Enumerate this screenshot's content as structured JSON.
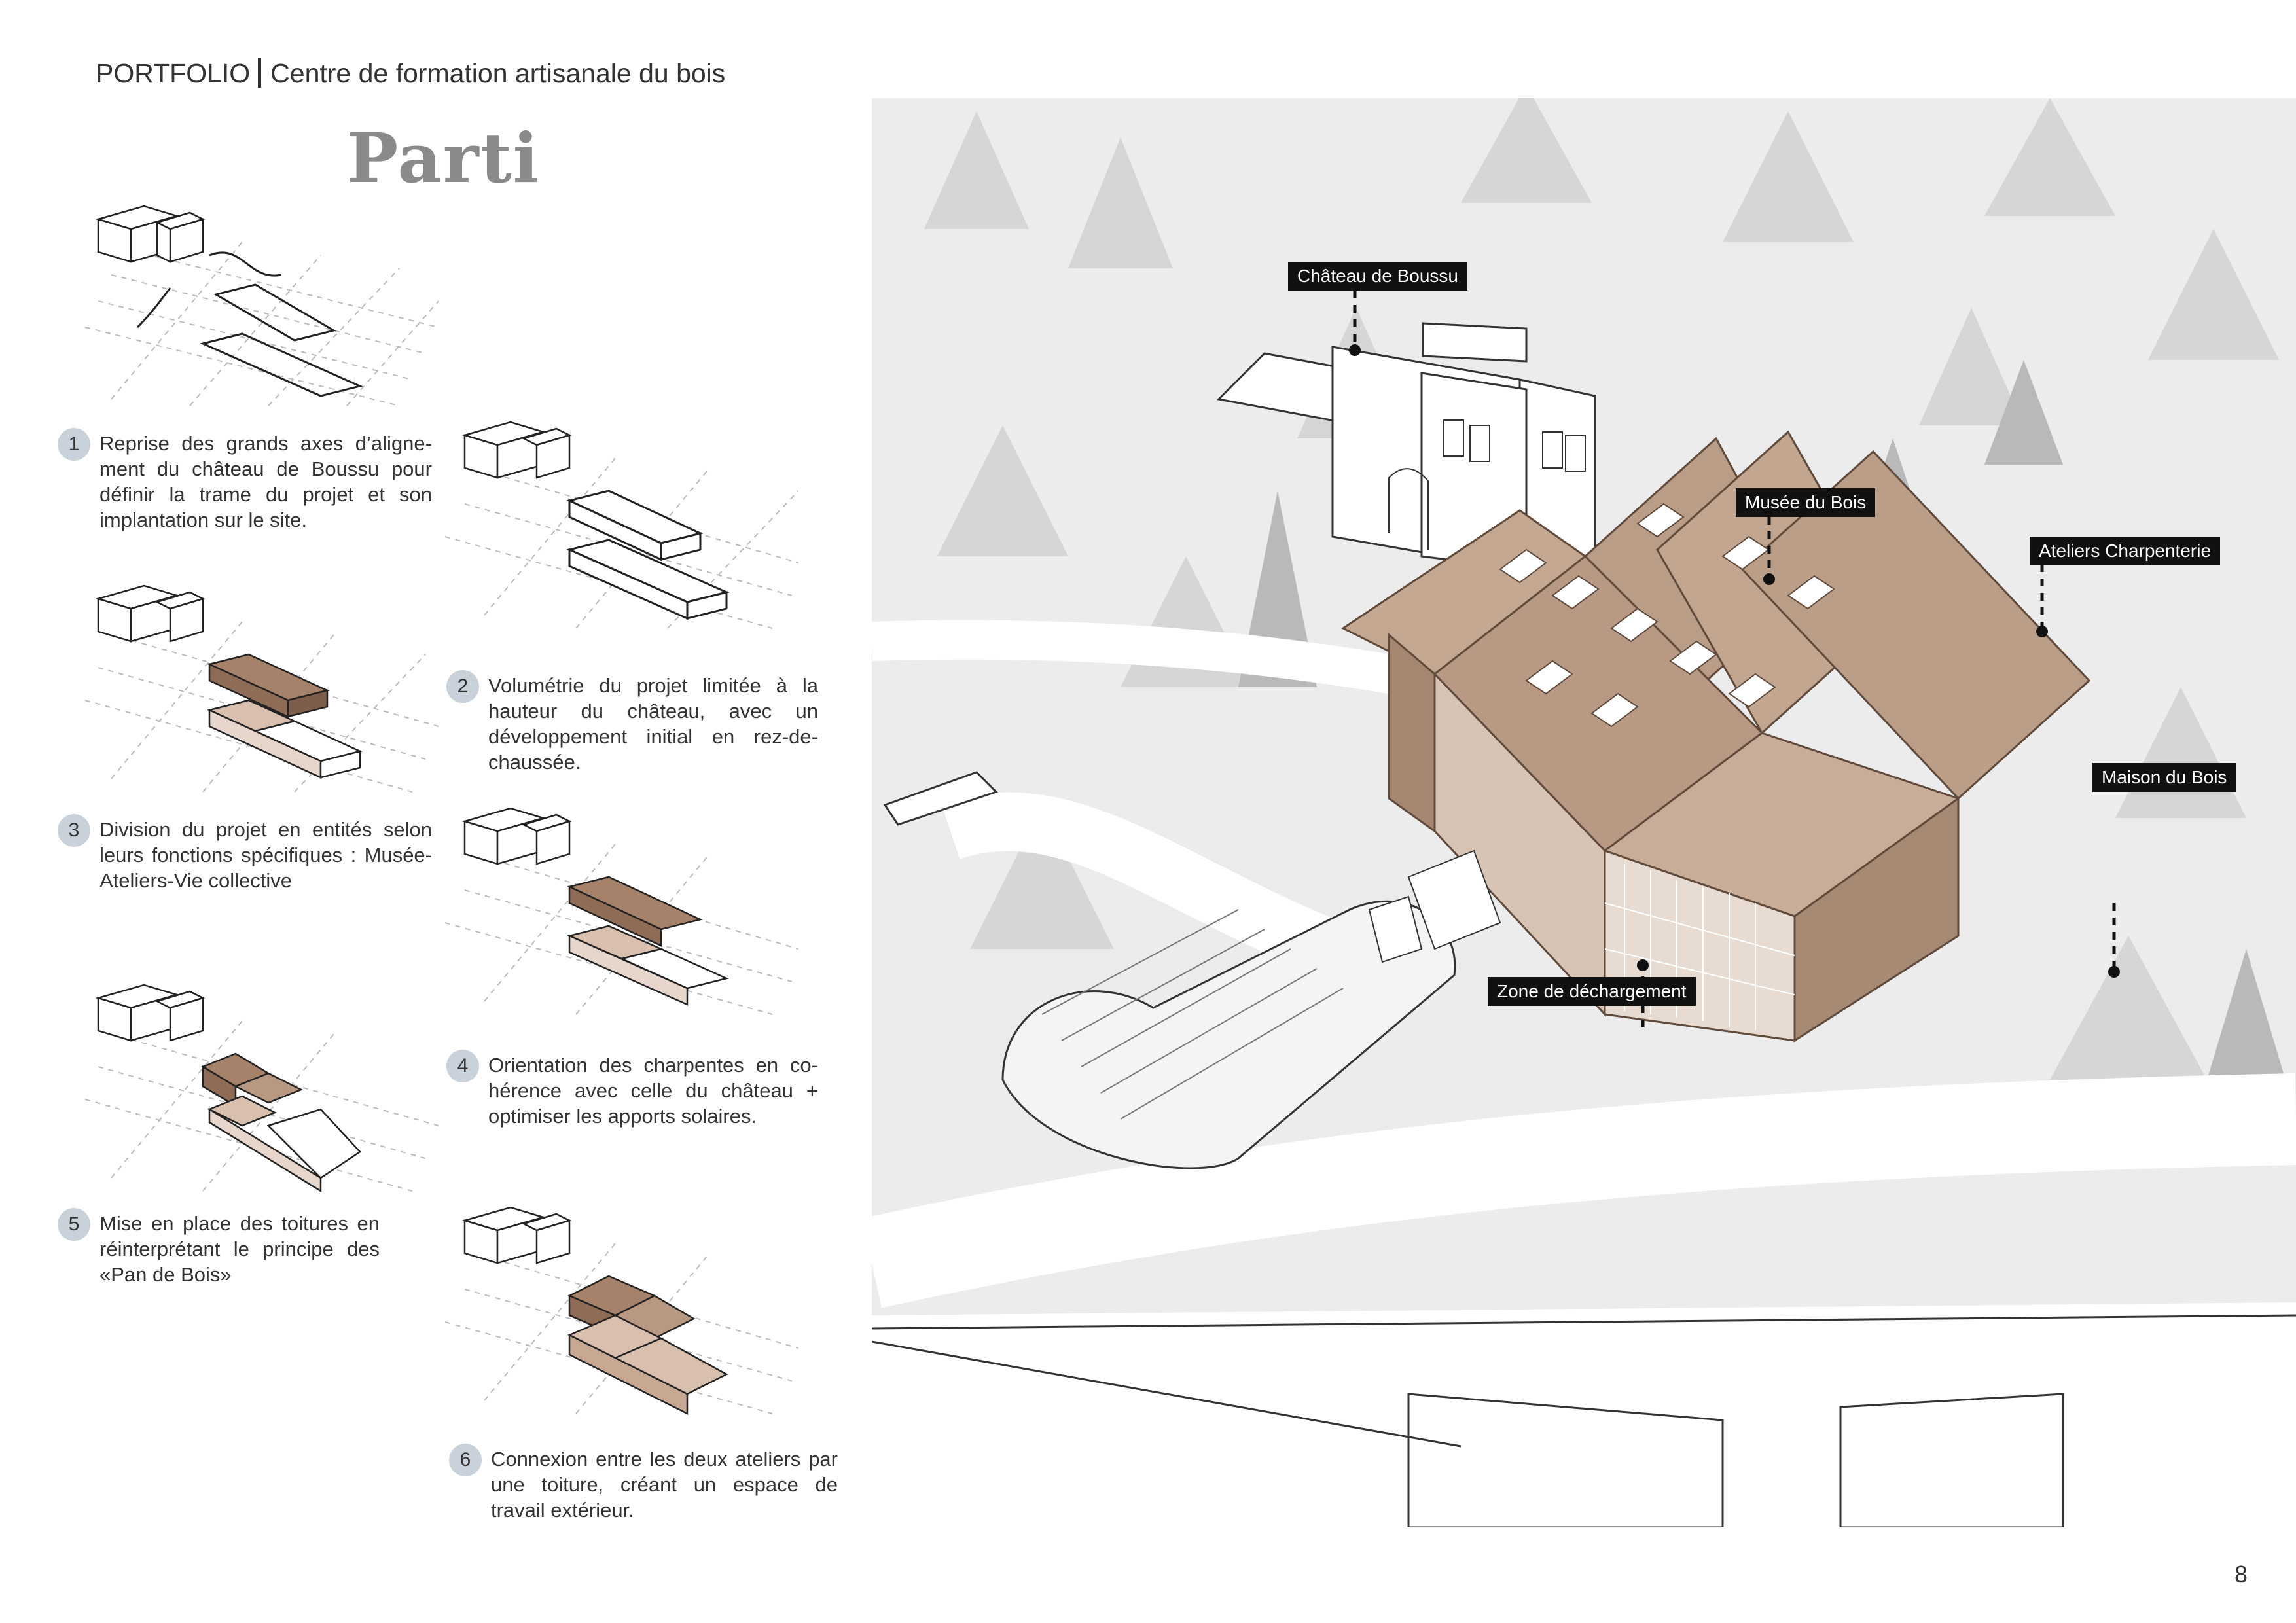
{
  "header": {
    "portfolio": "PORTFOLIO",
    "project": "Centre de formation artisanale du bois"
  },
  "section_title": "Parti",
  "steps": [
    {
      "number": "1",
      "text": "Reprise des grands axes d’aligne-ment du château de Boussu pour définir la trame du projet et son implantation sur le site."
    },
    {
      "number": "2",
      "text": "Volumétrie du projet limitée à la hauteur du château, avec un développement initial en rez-de-chaussée."
    },
    {
      "number": "3",
      "text": "Division du projet en entités selon leurs fonctions spécifiques : Musée-Ateliers-Vie collective"
    },
    {
      "number": "4",
      "text": "Orientation des charpentes en co-hérence avec celle du château + optimiser les apports solaires."
    },
    {
      "number": "5",
      "text": "Mise en place des toitures en réinterprétant le principe des «Pan de Bois»"
    },
    {
      "number": "6",
      "text": "Connexion entre les deux ateliers par une toiture, créant un espace de travail extérieur."
    }
  ],
  "labels": {
    "chateau": "Château de Boussu",
    "musee": "Musée du Bois",
    "ateliers": "Ateliers Charpenterie",
    "maison": "Maison du Bois",
    "zone": "Zone de déchargement"
  },
  "page_number": "8",
  "colors": {
    "wood_dark": "#a7826a",
    "wood_light": "#d8bfae",
    "badge": "#c9d2da",
    "tag_bg": "#111111"
  }
}
